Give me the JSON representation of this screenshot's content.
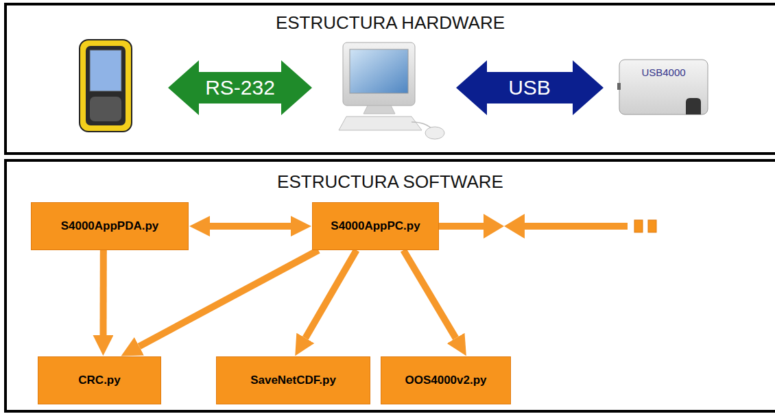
{
  "diagram": {
    "nodes": [
      {
        "text": [
          "ESTRUCTURA HARDWARE"
        ]
      },
      {
        "text": [
          "USB4000"
        ],
        "in": 0
      },
      {
        "text": [
          "ESTRUCTURA SOFTWARE"
        ]
      },
      {
        "text": [
          "S4000AppPDA.py"
        ],
        "in": 2
      },
      {
        "text": [
          "S4000AppPC.py"
        ],
        "in": 2
      },
      {
        "text": [
          "CRC.py"
        ],
        "in": 2
      },
      {
        "text": [
          "SaveNetCDF.py"
        ],
        "in": 2
      },
      {
        "text": [
          "OOS4000v2.py"
        ],
        "in": 2
      }
    ],
    "edges": [
      {
        "from": 3,
        "to": 4,
        "arrow": "both"
      },
      {
        "from": 3,
        "to": 5,
        "arrow": "to"
      },
      {
        "from": 4,
        "to": 5,
        "arrow": "to"
      },
      {
        "from": 4,
        "to": 6,
        "arrow": "to"
      },
      {
        "from": 4,
        "to": 7,
        "arrow": "to"
      }
    ],
    "labels": [
      "RS-232",
      "USB"
    ]
  }
}
